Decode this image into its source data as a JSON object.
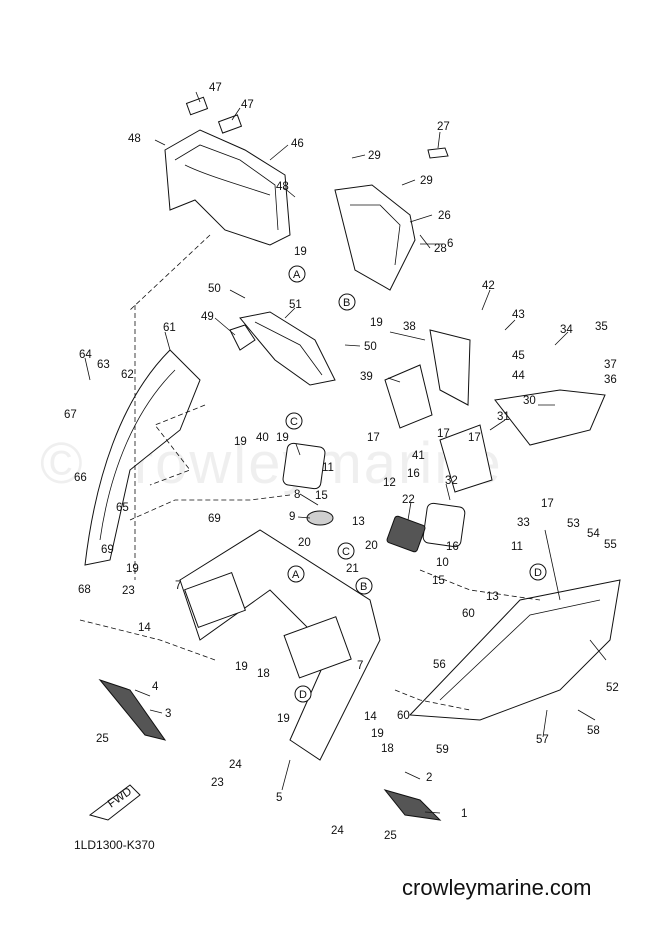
{
  "drawing_code": "1LD1300-K370",
  "watermark": "crowleymarine.com",
  "watermark_bg": "© crowleymarine",
  "fwd_label": "FWD",
  "circle_refs": [
    "A",
    "B",
    "C",
    "D"
  ],
  "parts": [
    "1",
    "2",
    "3",
    "4",
    "5",
    "6",
    "7",
    "8",
    "9",
    "10",
    "11",
    "12",
    "13",
    "14",
    "15",
    "16",
    "17",
    "18",
    "19",
    "20",
    "21",
    "22",
    "23",
    "24",
    "25",
    "26",
    "27",
    "28",
    "29",
    "30",
    "31",
    "32",
    "33",
    "34",
    "35",
    "36",
    "37",
    "38",
    "39",
    "40",
    "41",
    "42",
    "43",
    "44",
    "45",
    "46",
    "47",
    "48",
    "49",
    "50",
    "51",
    "52",
    "53",
    "54",
    "55",
    "56",
    "57",
    "58",
    "59",
    "60",
    "61",
    "62",
    "63",
    "64",
    "65",
    "66",
    "67",
    "68",
    "69"
  ]
}
